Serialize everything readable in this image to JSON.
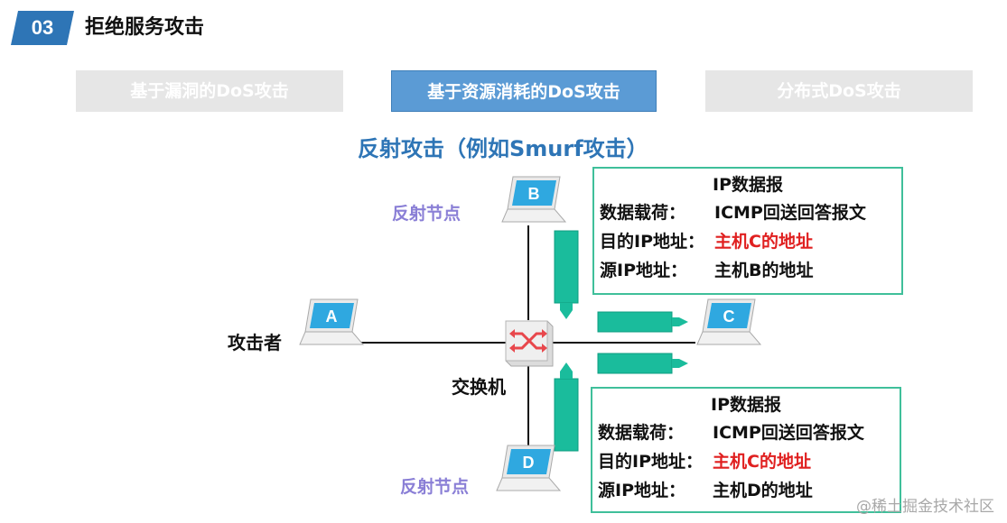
{
  "header": {
    "badge": "03",
    "title": "拒绝服务攻击"
  },
  "tabs": [
    {
      "label": "基于漏洞的DoS攻击",
      "active": false
    },
    {
      "label": "基于资源消耗的DoS攻击",
      "active": true
    },
    {
      "label": "分布式DoS攻击",
      "active": false
    }
  ],
  "diagram": {
    "heading": "反射攻击（例如Smurf攻击）",
    "nodes": {
      "a": "A",
      "b": "B",
      "c": "C",
      "d": "D"
    },
    "labels": {
      "attacker": "攻击者",
      "switch": "交换机",
      "reflector_top": "反射节点",
      "reflector_bottom": "反射节点"
    },
    "packets": [
      {
        "title": "IP数据报",
        "rows": [
          {
            "key": "数据载荷：",
            "value": "ICMP回送回答报文",
            "highlight": false
          },
          {
            "key": "目的IP地址：",
            "value": "主机C的地址",
            "highlight": true
          },
          {
            "key": "源IP地址：",
            "value": "主机B的地址",
            "highlight": false
          }
        ]
      },
      {
        "title": "IP数据报",
        "rows": [
          {
            "key": "数据载荷：",
            "value": "ICMP回送回答报文",
            "highlight": false
          },
          {
            "key": "目的IP地址：",
            "value": "主机C的地址",
            "highlight": true
          },
          {
            "key": "源IP地址：",
            "value": "主机D的地址",
            "highlight": false
          }
        ]
      }
    ]
  },
  "colors": {
    "accent_blue": "#2e75b6",
    "tab_active": "#5b9bd5",
    "tab_inactive": "#e6e6e6",
    "arrow_green": "#1abc9c",
    "packet_border": "#3fbf9a",
    "highlight_red": "#e02020",
    "reflector_label": "#8a7fd6"
  },
  "watermark": "@稀土掘金技术社区"
}
